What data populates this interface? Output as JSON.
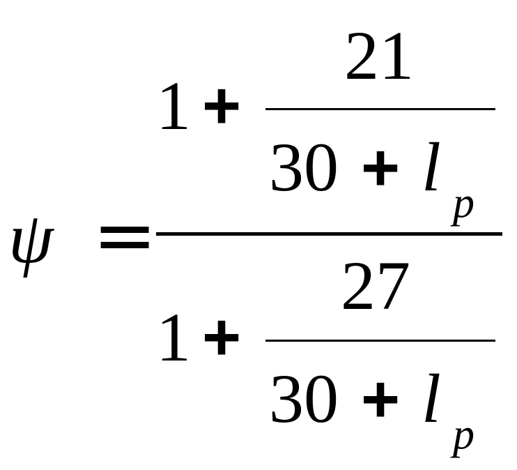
{
  "formula": {
    "lhs": "ψ",
    "equals": "=",
    "numerator": {
      "one": "1",
      "plus": "+",
      "fraction": {
        "top": "21",
        "bottom_const": "30",
        "bottom_plus": "+",
        "bottom_var": "l",
        "bottom_sub": "p"
      }
    },
    "denominator": {
      "one": "1",
      "plus": "+",
      "fraction": {
        "top": "27",
        "bottom_const": "30",
        "bottom_plus": "+",
        "bottom_var": "l",
        "bottom_sub": "p"
      }
    }
  }
}
